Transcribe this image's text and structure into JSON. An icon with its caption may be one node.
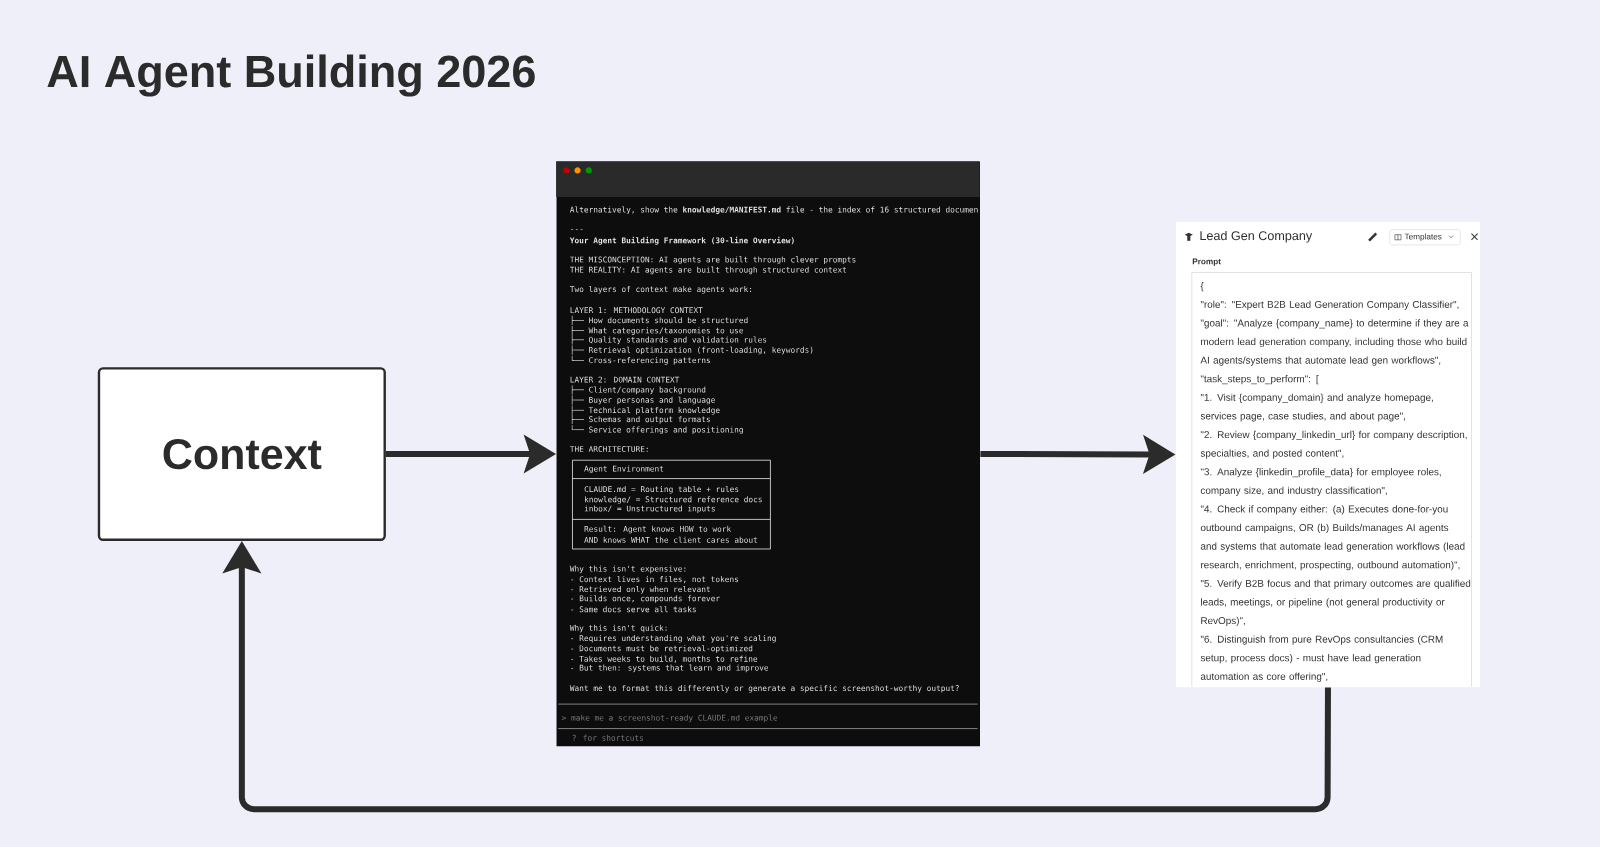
{
  "diagram": {
    "title": "AI Agent Building 2026",
    "nodes": [
      {
        "text": [
          "Context"
        ]
      },
      {
        "text": [
          "Alternatively, show the **knowledge/MANIFEST.md** file - the index of 16 structured documen",
          "---",
          "Your Agent Building Framework (30-line Overview)",
          "THE MISCONCEPTION: AI agents are built through clever prompts",
          "THE REALITY: AI agents are built through structured context",
          "Two layers of context make agents work:",
          "LAYER 1: METHODOLOGY CONTEXT",
          "├── How documents should be structured",
          "├── What categories/taxonomies to use",
          "├── Quality standards and validation rules",
          "├── Retrieval optimization (front-loading, keywords)",
          "└── Cross-referencing patterns",
          "LAYER 2: DOMAIN CONTEXT",
          "├── Client/company background",
          "├── Buyer personas and language",
          "├── Technical platform knowledge",
          "├── Schemas and output formats",
          "└── Service offerings and positioning",
          "THE ARCHITECTURE:",
          "Agent Environment",
          "CLAUDE.md = Routing table + rules",
          "knowledge/ = Structured reference docs",
          "inbox/ = Unstructured inputs",
          "Result: Agent knows HOW to work",
          "AND knows WHAT the client cares about",
          "Why this isn't expensive:",
          "- Context lives in files, not tokens",
          "- Retrieved only when relevant",
          "- Builds once, compounds forever",
          "- Same docs serve all tasks",
          "Why this isn't quick:",
          "- Requires understanding what you're scaling",
          "- Documents must be retrieval-optimized",
          "- Takes weeks to build, months to refine",
          "- But then: systems that learn and improve",
          "Want me to format this differently or generate a specific screenshot-worthy output?",
          "> make me a screenshot-ready CLAUDE.md example",
          "? for shortcuts"
        ]
      },
      {
        "text": [
          "Lead Gen Company",
          "Templates",
          "Prompt",
          "{",
          "\"role\": \"Expert B2B Lead Generation Company Classifier\",",
          "\"goal\": \"Analyze {company_name} to determine if they are a modern lead generation company, including those who build AI agents/systems that automate lead gen workflows\",",
          "\"task_steps_to_perform\": [",
          "\"1. Visit {company_domain} and analyze homepage, services page, case studies, and about page\",",
          "\"2. Review {company_linkedin_url} for company description, specialties, and posted content\",",
          "\"3. Analyze {linkedin_profile_data} for employee roles, company size, and industry classification\",",
          "\"4. Check if company either: (a) Executes done-for-you outbound campaigns, OR (b) Builds/manages AI agents and systems that automate lead generation workflows (lead research, enrichment, prospecting, outbound automation)\",",
          "\"5. Verify B2B focus and that primary outcomes are qualified leads, meetings, or pipeline (not general productivity or RevOps)\",",
          "\"6. Distinguish from pure RevOps consultancies (CRM setup, process docs) - must have lead generation automation as core offering\","
        ]
      }
    ],
    "edges": [
      {
        "from": 0,
        "to": 1,
        "arrow": "to"
      },
      {
        "from": 1,
        "to": 2,
        "arrow": "to"
      },
      {
        "from": 2,
        "to": 0,
        "arrow": "to"
      }
    ]
  }
}
